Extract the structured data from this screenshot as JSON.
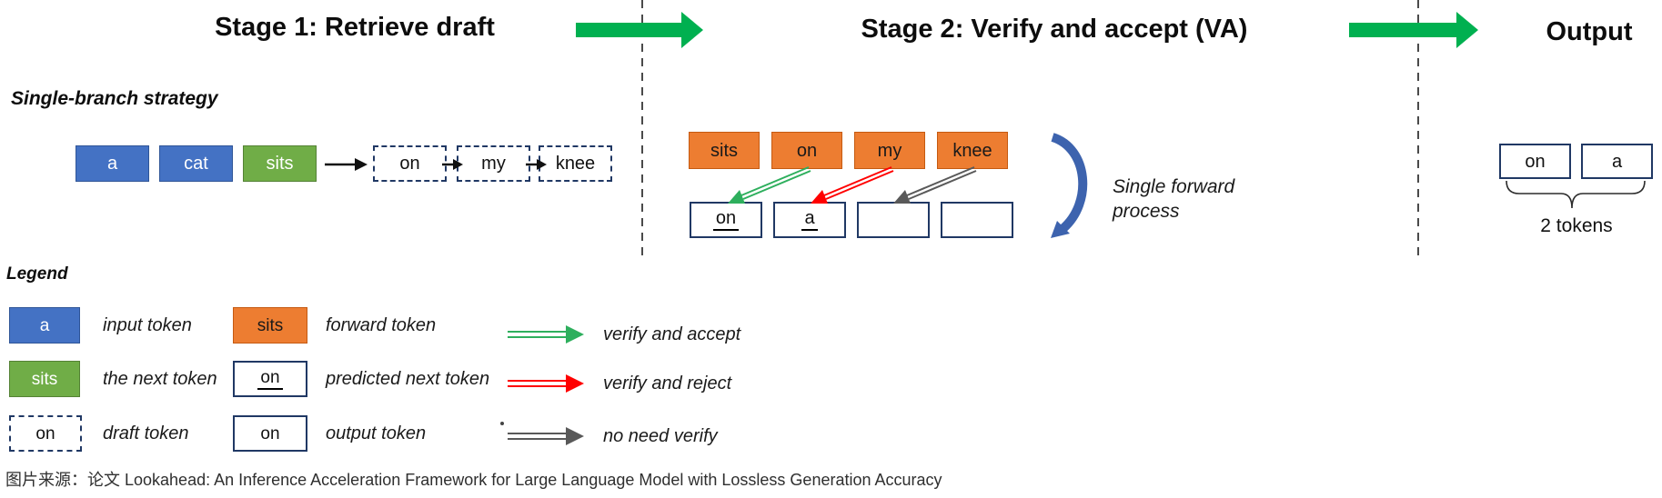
{
  "stage1": {
    "title": "Stage 1: Retrieve draft",
    "subtitle": "Single-branch strategy",
    "input_tokens": [
      "a",
      "cat"
    ],
    "next_token": "sits",
    "draft_tokens": [
      "on",
      "my",
      "knee"
    ]
  },
  "stage2": {
    "title": "Stage 2: Verify and accept (VA)",
    "forward_tokens": [
      "sits",
      "on",
      "my",
      "knee"
    ],
    "predicted_tokens": [
      "on",
      "a"
    ],
    "process_note": "Single forward process"
  },
  "output": {
    "title": "Output",
    "tokens": [
      "on",
      "a"
    ],
    "count_label": "2 tokens"
  },
  "legend": {
    "title": "Legend",
    "items": [
      {
        "swatch": "input",
        "token": "a",
        "label": "input token"
      },
      {
        "swatch": "next",
        "token": "sits",
        "label": "the next token"
      },
      {
        "swatch": "draft",
        "token": "on",
        "label": "draft token"
      },
      {
        "swatch": "forward",
        "token": "sits",
        "label": "forward token"
      },
      {
        "swatch": "predicted",
        "token": "on",
        "label": "predicted next token"
      },
      {
        "swatch": "output",
        "token": "on",
        "label": "output token"
      }
    ],
    "arrows": [
      {
        "color": "#2EAF5D",
        "label": "verify and accept"
      },
      {
        "color": "#FF0000",
        "label": "verify and reject"
      },
      {
        "color": "#595959",
        "label": "no need verify"
      }
    ]
  },
  "caption": "图片来源：论文 Lookahead: An Inference Acceleration Framework for Large Language Model with Lossless Generation Accuracy",
  "colors": {
    "input-blue": "#4472C4",
    "input-blue-border": "#2F5597",
    "next-green": "#70AD47",
    "next-green-border": "#548235",
    "forward-orange": "#ED7D31",
    "forward-orange-border": "#C55A11",
    "box-navy": "#203864",
    "stage-arrow-green": "#00B050",
    "curve-blue": "#3D63AE",
    "divider-gray": "#4A4A4A"
  }
}
